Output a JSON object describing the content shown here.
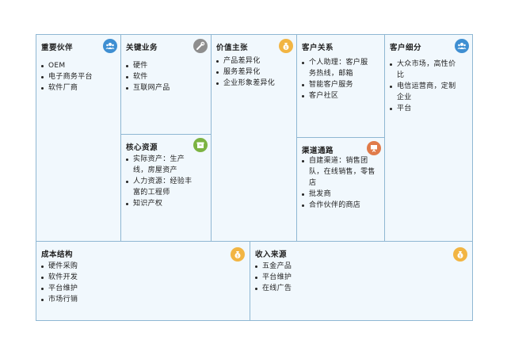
{
  "colors": {
    "border": "#8fb7d3",
    "background": "#f1f8fd",
    "blue_icon": "#3f8fd2",
    "gray_icon": "#8e8e8e",
    "gold_icon": "#f2b543",
    "green_icon": "#7cb342",
    "orange_icon": "#e07b4a"
  },
  "key_partners": {
    "title": "重要伙伴",
    "icon": "people-icon",
    "items": [
      "OEM",
      "电子商务平台",
      "软件厂商"
    ]
  },
  "key_activities": {
    "title": "关键业务",
    "icon": "tool-icon",
    "items": [
      "硬件",
      "软件",
      "互联网产品"
    ]
  },
  "key_resources": {
    "title": "核心资源",
    "icon": "box-icon",
    "items": [
      "实际资产：生产线，房屋资产",
      "人力资源：经验丰富的工程师",
      "知识产权"
    ]
  },
  "value_propositions": {
    "title": "价值主张",
    "icon": "money-bag-icon",
    "items": [
      "产品差异化",
      "服务差异化",
      "企业形象差异化"
    ]
  },
  "customer_relationships": {
    "title": "客户关系",
    "icon": "heart-icon",
    "items": [
      "个人助理：客户服务热线，邮箱",
      "智能客户服务",
      "客户社区"
    ]
  },
  "channels": {
    "title": "渠道通路",
    "icon": "presentation-icon",
    "items": [
      "自建渠道：销售团队，在线销售，零售店",
      "批发商",
      "合作伙伴的商店"
    ]
  },
  "customer_segments": {
    "title": "客户细分",
    "icon": "people-icon",
    "items": [
      "大众市场，高性价比",
      "电信运营商，定制企业",
      "平台"
    ]
  },
  "cost_structure": {
    "title": "成本结构",
    "icon": "money-bag-icon",
    "items": [
      "硬件采购",
      "软件开发",
      "平台维护",
      "市场行销"
    ]
  },
  "revenue_streams": {
    "title": "收入来源",
    "icon": "money-bag-icon",
    "items": [
      "五金产品",
      "平台维护",
      "在线广告"
    ]
  }
}
